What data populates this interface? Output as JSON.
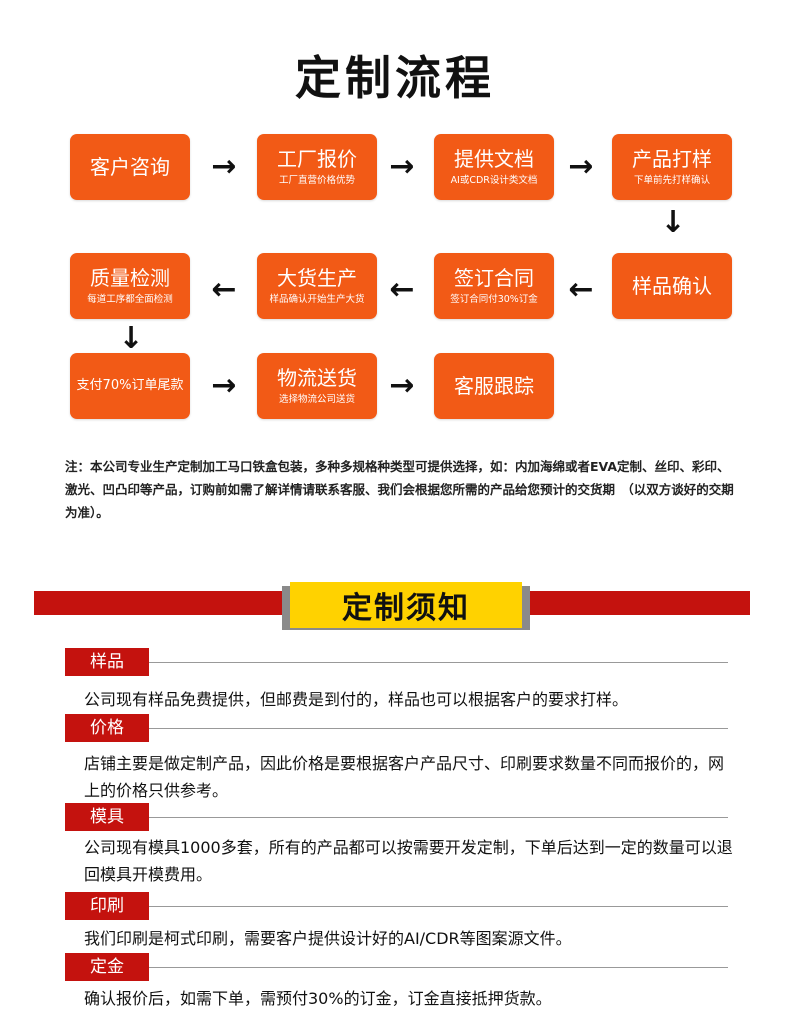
{
  "page_title": "定制流程",
  "flow": {
    "row1": [
      {
        "main": "客户咨询",
        "sub": ""
      },
      {
        "main": "工厂报价",
        "sub": "工厂直营价格优势"
      },
      {
        "main": "提供文档",
        "sub": "AI或CDR设计类文档"
      },
      {
        "main": "产品打样",
        "sub": "下单前先打样确认"
      }
    ],
    "row2": [
      {
        "main": "质量检测",
        "sub": "每道工序都全面检测"
      },
      {
        "main": "大货生产",
        "sub": "样品确认开始生产大货"
      },
      {
        "main": "签订合同",
        "sub": "签订合同付30%订金"
      },
      {
        "main": "样品确认",
        "sub": ""
      }
    ],
    "row3": [
      {
        "main": "支付70%订单尾款",
        "sub": ""
      },
      {
        "main": "物流送货",
        "sub": "选择物流公司送货"
      },
      {
        "main": "客服跟踪",
        "sub": ""
      }
    ],
    "arrow_right": "→",
    "arrow_left": "←",
    "arrow_down": "↓"
  },
  "note": "注：本公司专业生产定制加工马口铁盒包装，多种多规格种类型可提供选择，如：内加海绵或者EVA定制、丝印、彩印、激光、凹凸印等产品，订购前如需了解详情请联系客服、我们会根据您所需的产品给您预计的交货期　（以双方谈好的交期为准）。",
  "notice_title": "定制须知",
  "sections": [
    {
      "label": "样品",
      "text": "公司现有样品免费提供，但邮费是到付的，样品也可以根据客户的要求打样。"
    },
    {
      "label": "价格",
      "text": "店铺主要是做定制产品，因此价格是要根据客户产品尺寸、印刷要求数量不同而报价的，网上的价格只供参考。"
    },
    {
      "label": "模具",
      "text": "公司现有模具1000多套，所有的产品都可以按需要开发定制，下单后达到一定的数量可以退回模具开模费用。"
    },
    {
      "label": "印刷",
      "text": "我们印刷是柯式印刷，需要客户提供设计好的AI/CDR等图案源文件。"
    },
    {
      "label": "定金",
      "text": "确认报价后，如需下单，需预付30%的订金，订金直接抵押货款。"
    }
  ],
  "colors": {
    "box": "#f25a16",
    "label": "#c4120e",
    "banner_center": "#ffd200"
  }
}
